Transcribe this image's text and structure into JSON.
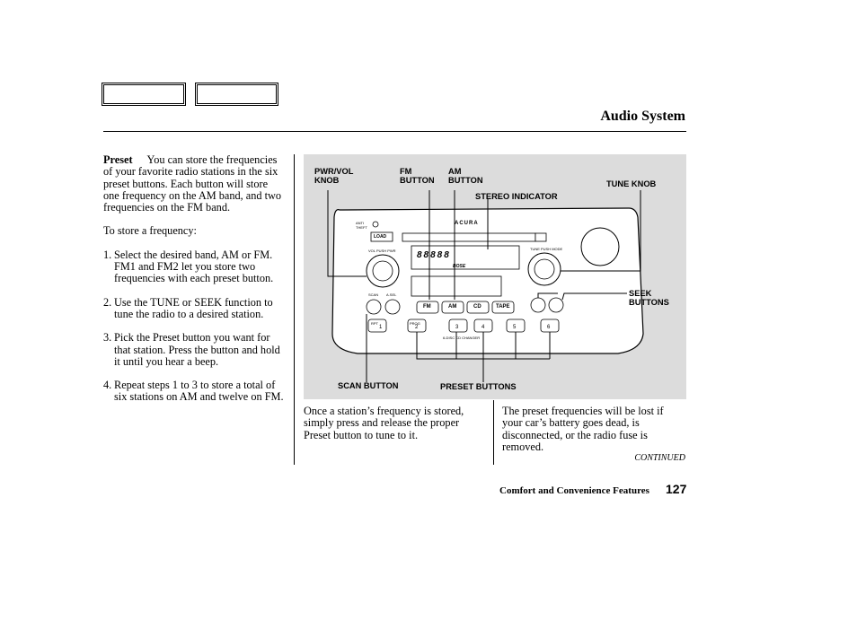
{
  "header": {
    "title": "Audio System"
  },
  "left": {
    "heading": "Preset",
    "intro": "You can store the frequencies of your favorite radio stations in the six preset buttons. Each button will store one frequency on the AM band, and two frequencies on the FM band.",
    "to_store": "To store a frequency:",
    "steps": [
      {
        "num": "1.",
        "text": "Select the desired band, AM or FM. FM1 and FM2 let you store two frequencies with each preset button."
      },
      {
        "num": "2.",
        "text": "Use the TUNE or SEEK function to tune the radio to a desired station."
      },
      {
        "num": "3.",
        "text": "Pick the Preset button you want for that station. Press the button and hold it until you hear a beep."
      },
      {
        "num": "4.",
        "text": "Repeat steps 1 to 3 to store a total of six stations on AM and twelve on FM."
      }
    ]
  },
  "figure": {
    "labels": {
      "pwr_vol": [
        "PWR/VOL",
        "KNOB"
      ],
      "fm": [
        "FM",
        "BUTTON"
      ],
      "am": [
        "AM",
        "BUTTON"
      ],
      "tune": "TUNE KNOB",
      "stereo": "STEREO INDICATOR",
      "seek": [
        "SEEK",
        "BUTTONS"
      ],
      "scan": "SCAN BUTTON",
      "preset": "PRESET BUTTONS"
    },
    "radio": {
      "brand": "ACURA",
      "load": "LOAD",
      "anti_theft": "ANTI THEFT",
      "vol_pwr": "VOL PUSH PWR",
      "tune_mode": "TUNE PUSH MODE",
      "scan": "SCAN",
      "asel": "A.SEL",
      "fm": "FM",
      "am": "AM",
      "cd": "CD",
      "tape": "TAPE",
      "rpt": "RPT",
      "prog": "PROG",
      "preset_digits": [
        "1",
        "2",
        "3",
        "4",
        "5",
        "6"
      ],
      "cd_changer": "6-DISC CD CHANGER",
      "display_digits": "88888",
      "bose": "BOSE"
    }
  },
  "mid_text": "Once a station’s frequency is stored, simply press and release the proper Preset button to tune to it.",
  "right_text": "The preset frequencies will be lost if your car’s battery goes dead, is disconnected, or the radio fuse is removed.",
  "continued": "CONTINUED",
  "footer": {
    "section": "Comfort and Convenience Features",
    "page": "127"
  }
}
